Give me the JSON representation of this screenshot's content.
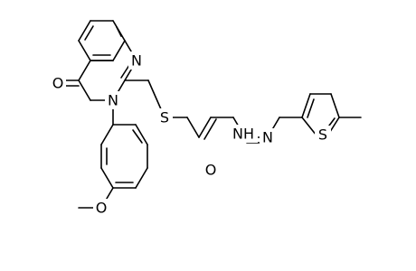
{
  "diagram": {
    "type": "chemical-structure",
    "atom_labels": {
      "n1": "N",
      "n3": "N",
      "o4": "O",
      "s_thioether": "S",
      "o_amide": "O",
      "nh": "N",
      "nh_h": "H",
      "n_imine": "N",
      "s_thiophene": "S",
      "o_methoxy": "O"
    },
    "colors": {
      "bond": "#000000",
      "label": "#000000",
      "background": "#ffffff"
    }
  }
}
